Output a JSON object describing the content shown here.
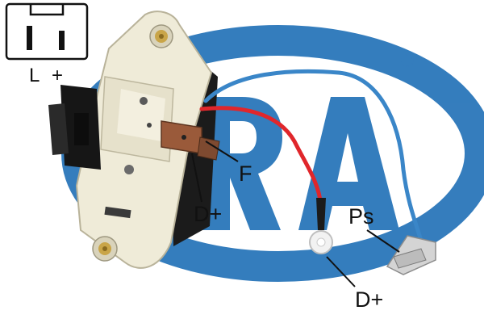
{
  "connector_diagram": {
    "pin_left_label": "L",
    "pin_right_label": "+"
  },
  "callouts": {
    "f_label": "F",
    "d_plus_center_label": "D+",
    "ps_label": "Ps",
    "d_plus_ring_label": "D+"
  },
  "colors": {
    "watermark": "#1f6fb6",
    "body_plate": "#efebd8",
    "wire_red": "#e0262b",
    "wire_blue": "#3a86c8",
    "housing_black": "#1b1b1b",
    "brass": "#c9a548"
  },
  "icons": [
    "era-logo-watermark",
    "regulator-icon",
    "connector-icon"
  ]
}
